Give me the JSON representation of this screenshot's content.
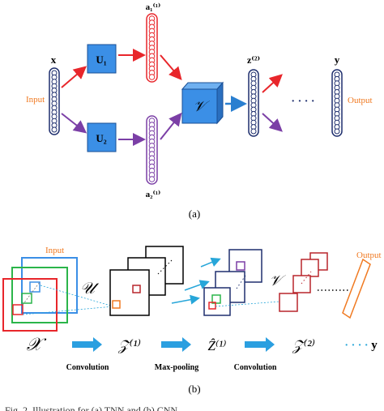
{
  "panel_a": {
    "x_label": "x",
    "input_label": "Input",
    "u1_label": "U₁",
    "u2_label": "U₂",
    "a1_label": "a₁⁽¹⁾",
    "a2_label": "a₂⁽¹⁾",
    "v_label": "𝒱",
    "z2_label": "z⁽²⁾",
    "ellipsis": "· · · ·",
    "y_label": "y",
    "output_label": "Output",
    "caption": "(a)"
  },
  "panel_b": {
    "input_label": "Input",
    "output_label": "Output",
    "U_label": "𝒰",
    "V_label": "𝒱",
    "seq_X": "𝒳",
    "seq_Z1": "𝒵⁽¹⁾",
    "seq_Z1hat": "Ẑ⁽¹⁾",
    "seq_Z2": "𝒵⁽²⁾",
    "seq_dots": "· · · ·",
    "seq_y": "y",
    "op_conv1": "Convolution",
    "op_pool": "Max-pooling",
    "op_conv2": "Convolution",
    "caption": "(b)"
  },
  "footer_caption": "Fig. 2.   Illustration for (a) TNN and (b) CNN.",
  "colors": {
    "blue_box": "#3b8fe6",
    "red": "#e8262b",
    "purple": "#7b3fa6",
    "orange": "#f07a22",
    "cyan": "#27a6d9",
    "green": "#2bb54a",
    "navy": "#1f2f6e",
    "darkred": "#b8252b"
  }
}
